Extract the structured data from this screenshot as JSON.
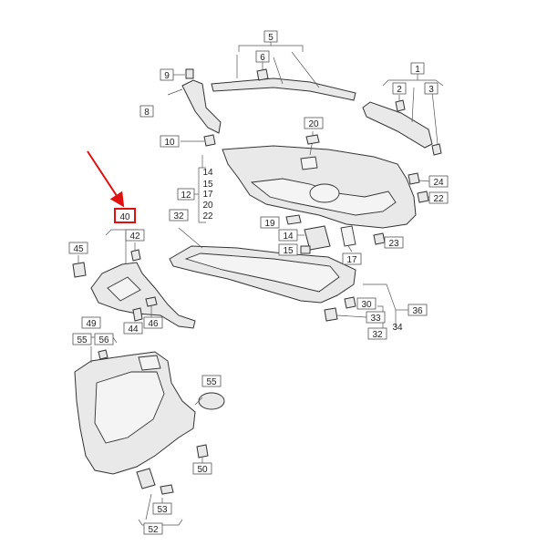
{
  "colors": {
    "highlight": "#e01010",
    "line": "#333333",
    "part_fill": "#e9e9e9"
  },
  "callouts": {
    "c1": "1",
    "c2": "2",
    "c3": "3",
    "c5": "5",
    "c6": "6",
    "c8": "8",
    "c9": "9",
    "c10": "10",
    "c12": "12",
    "c14a": "14",
    "c15a": "15",
    "c17a": "17",
    "c20a": "20",
    "c22a": "22",
    "c20b": "20",
    "c24": "24",
    "c22b": "22",
    "c32a": "32",
    "c19": "19",
    "c14b": "14",
    "c15b": "15",
    "c17b": "17",
    "c23": "23",
    "c40": "40",
    "c42": "42",
    "c45": "45",
    "c46": "46",
    "c44": "44",
    "c30": "30",
    "c36": "36",
    "c33": "33",
    "c34": "34",
    "c32b": "32",
    "c49": "49",
    "c55a": "55",
    "c56": "56",
    "c55b": "55",
    "c50": "50",
    "c53": "53",
    "c52": "52"
  }
}
